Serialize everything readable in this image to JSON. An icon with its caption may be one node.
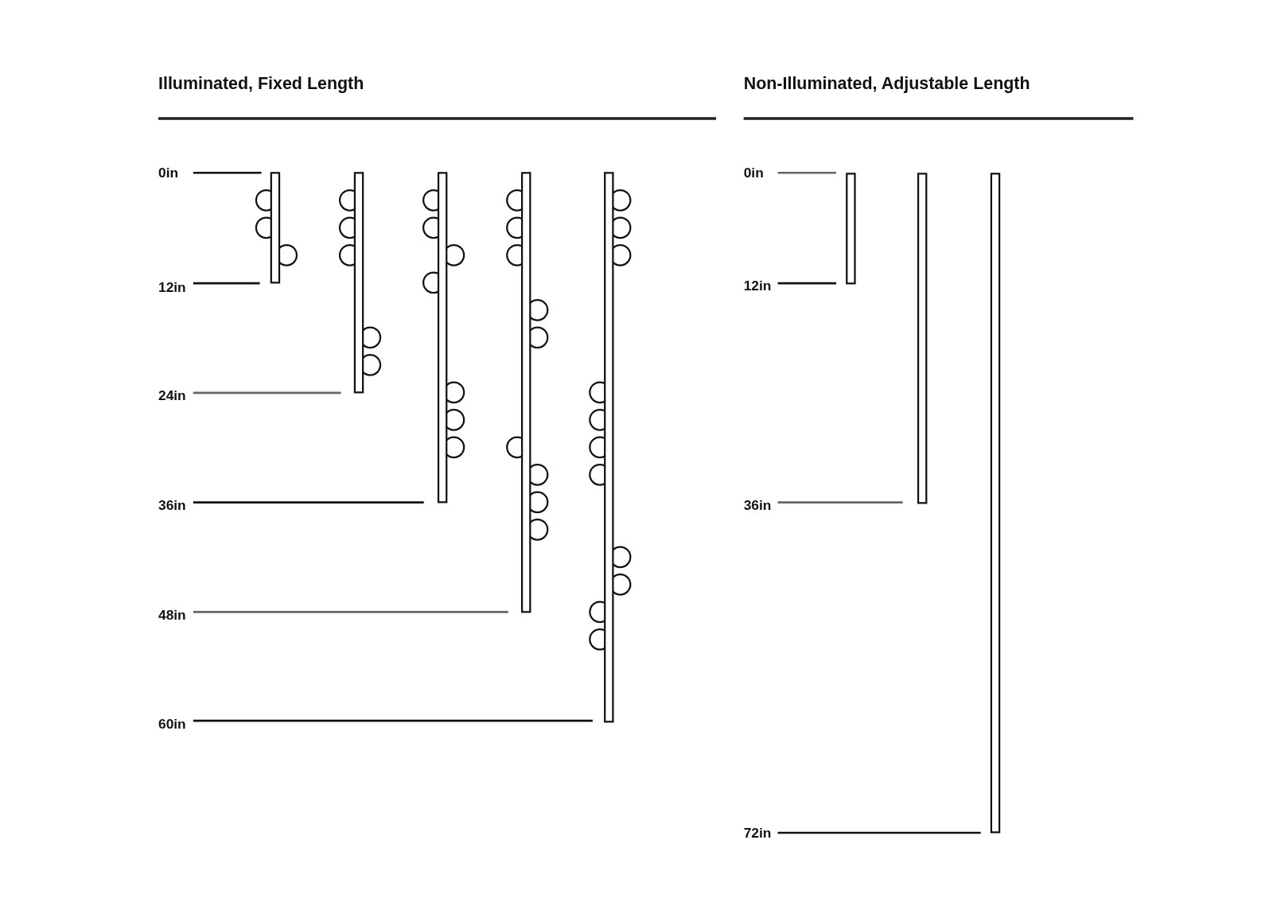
{
  "diagram": {
    "labels": [
      "Illuminated, Fixed Length",
      "Non-Illuminated, Adjustable Length",
      "0in",
      "0in",
      "12in",
      "12in",
      "24in",
      "36in",
      "36in",
      "48in",
      "60in",
      "72in"
    ]
  }
}
